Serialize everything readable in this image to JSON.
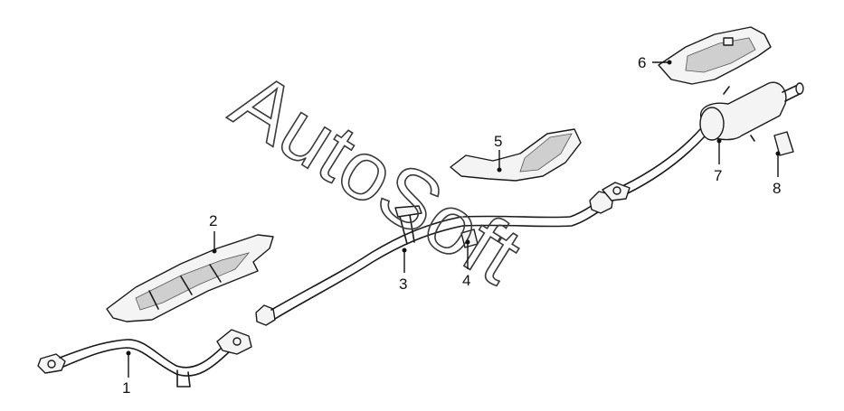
{
  "callouts": [
    {
      "id": "1",
      "label": "1"
    },
    {
      "id": "2",
      "label": "2"
    },
    {
      "id": "3",
      "label": "3"
    },
    {
      "id": "4",
      "label": "4"
    },
    {
      "id": "5",
      "label": "5"
    },
    {
      "id": "6",
      "label": "6"
    },
    {
      "id": "7",
      "label": "7"
    },
    {
      "id": "8",
      "label": "8"
    }
  ],
  "watermark": {
    "text": "AutoSoft"
  },
  "colors": {
    "ink": "#1a1a1a",
    "background": "#ffffff",
    "shade": "#cfcfcf"
  }
}
